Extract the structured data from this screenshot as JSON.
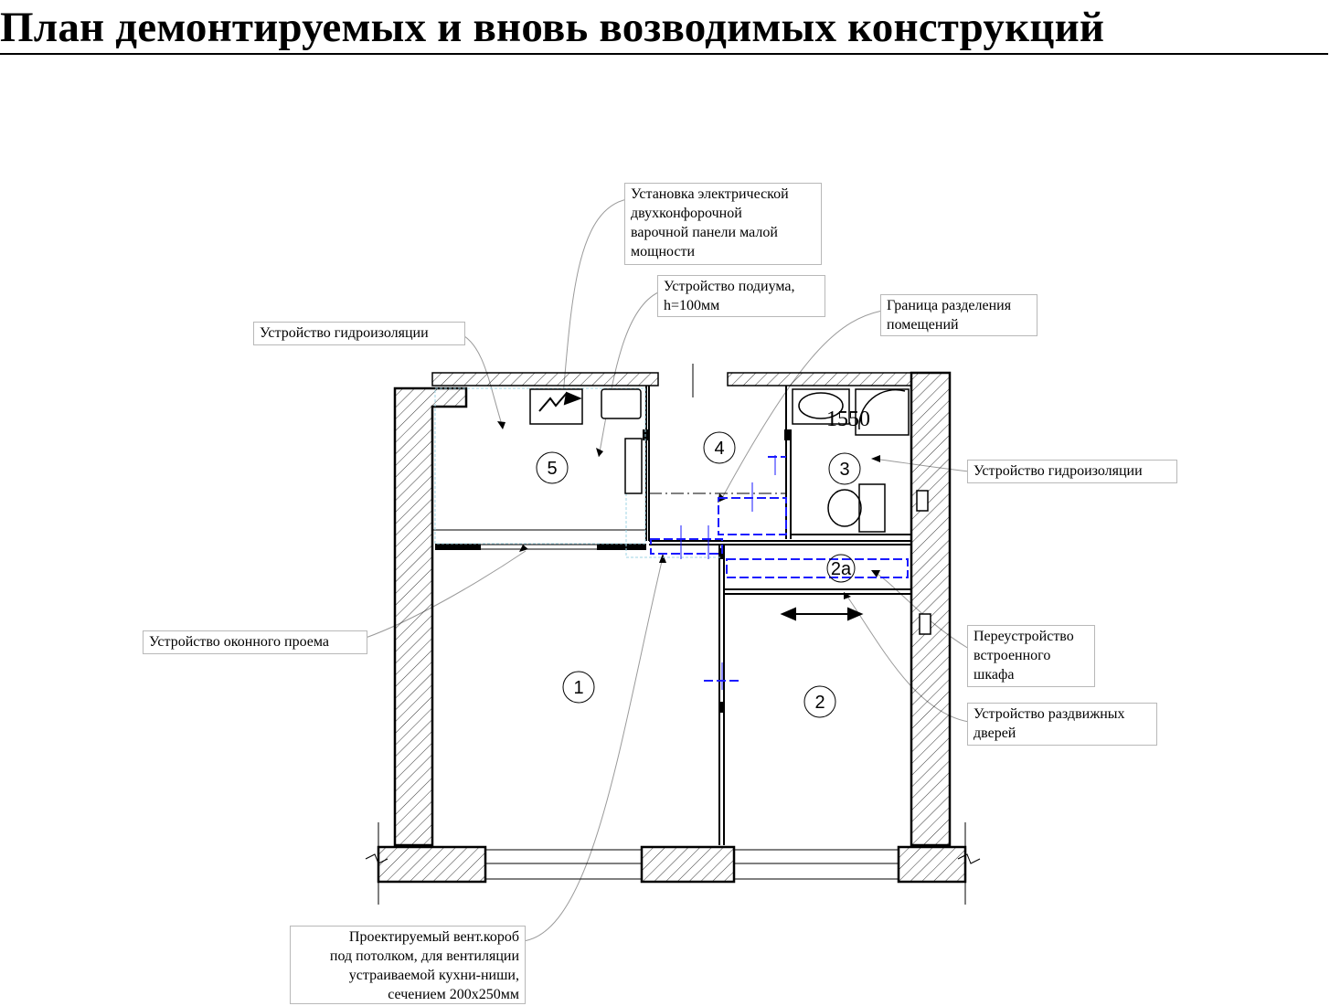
{
  "title": "План демонтируемых и вновь возводимых конструкций",
  "callouts": {
    "hob": "Установка электрической\nдвухконфорочной\nварочной панели малой\nмощности",
    "podium": "Устройство подиума,\nh=100мм",
    "boundary": "Граница разделения\nпомещений",
    "waterproof_left": "Устройство гидроизоляции",
    "waterproof_right": "Устройство гидроизоляции",
    "window_opening": "Устройство оконного проема",
    "wardrobe": "Переустройство\nвстроенного\nшкафа",
    "sliding_doors": "Устройство раздвижных\nдверей",
    "vent_duct": "Проектируемый вент.короб\nпод потолком, для вентиляции\nустраиваемой кухни-ниши,\nсечением 200х250мм"
  },
  "rooms": {
    "r1": "1",
    "r2": "2",
    "r2a": "2а",
    "r3": "3",
    "r4": "4",
    "r5": "5"
  },
  "dimension_text": "1550",
  "colors": {
    "line": "#000000",
    "new_construction": "#1a1aff",
    "leader": "#9a9a9a",
    "waterproof": "#9fd6e6"
  }
}
